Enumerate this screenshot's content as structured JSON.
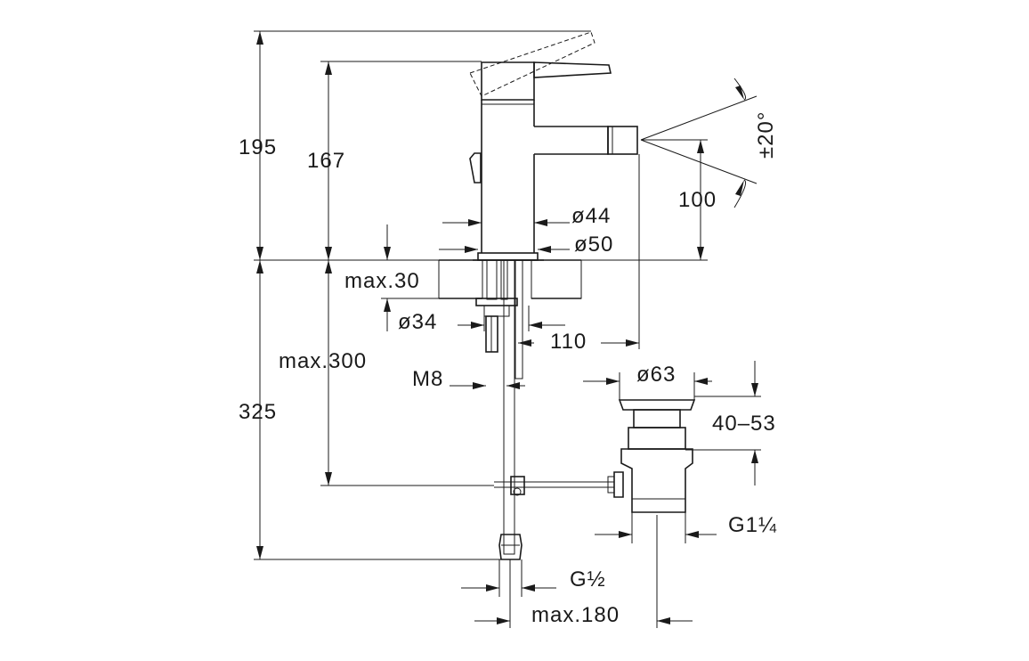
{
  "dimensions": {
    "total_height_above_deck": "195",
    "lever_height": "167",
    "spout_angle": "±20°",
    "spout_height": "100",
    "body_diameter": "ø44",
    "base_diameter": "ø50",
    "deck_thickness": "max.30",
    "hole_diameter": "ø34",
    "spout_reach": "110",
    "below_deck_length": "max.300",
    "rod_thread": "M8",
    "hose_length": "325",
    "waste_cap_diameter": "ø63",
    "waste_adjust_range": "40–53",
    "waste_thread": "G1¼",
    "hose_thread": "G½",
    "waste_offset": "max.180"
  }
}
